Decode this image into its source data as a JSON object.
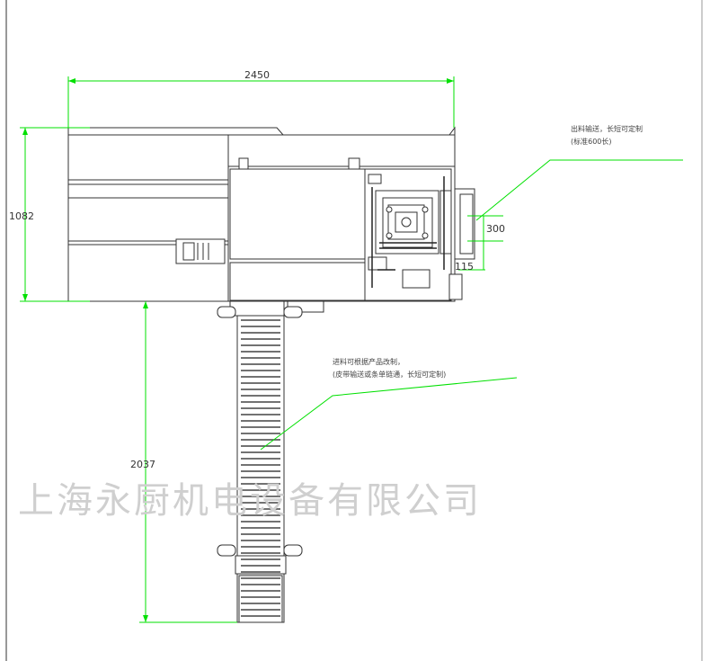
{
  "colors": {
    "dimension_line": "#00e000",
    "outline": "#333333",
    "fill": "#ffffff",
    "watermark": "#cfcfcf"
  },
  "dimensions": {
    "overall_width": "2450",
    "overall_height": "1082",
    "conveyor_length": "2037",
    "outlet_height": "300",
    "outlet_offset": "115"
  },
  "notes": {
    "outlet_note_line1": "出料输送，长短可定制",
    "outlet_note_line2": "(标准600长)",
    "feed_note_line1": "进料可根据产品改制，",
    "feed_note_line2": "(皮带输送或条单链通，长短可定制)"
  },
  "watermark": "上海永厨机电设备有限公司"
}
